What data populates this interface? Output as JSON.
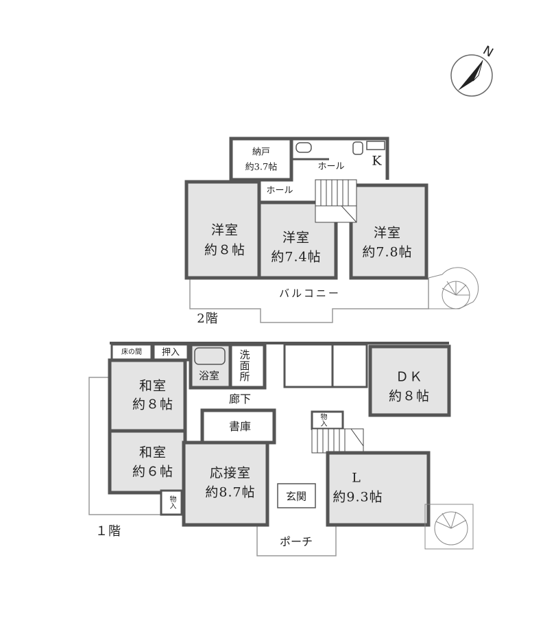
{
  "compass": {
    "label": "N"
  },
  "floor2": {
    "floor_label": "2階",
    "rooms": {
      "storage": {
        "name": "納戸",
        "size": "約3.7帖"
      },
      "hall_upper": {
        "name": "ホール"
      },
      "hall_lower": {
        "name": "ホール"
      },
      "kitchen": {
        "name": "K"
      },
      "western_left": {
        "name": "洋室",
        "size": "約８帖"
      },
      "western_mid": {
        "name": "洋室",
        "size": "約7.4帖"
      },
      "western_right": {
        "name": "洋室",
        "size": "約7.8帖"
      },
      "balcony": {
        "name": "バルコニー"
      }
    }
  },
  "floor1": {
    "floor_label": "１階",
    "rooms": {
      "tokonoma": {
        "name": "床の間"
      },
      "oshiire": {
        "name": "押入"
      },
      "bath": {
        "name": "浴室"
      },
      "washroom": {
        "name": "洗面所"
      },
      "washitsu8": {
        "name": "和室",
        "size": "約８帖"
      },
      "washitsu6": {
        "name": "和室",
        "size": "約６帖"
      },
      "hallway": {
        "name": "廊下"
      },
      "library": {
        "name": "書庫"
      },
      "reception": {
        "name": "応接室",
        "size": "約8.7帖"
      },
      "entrance": {
        "name": "玄関"
      },
      "porch": {
        "name": "ポーチ"
      },
      "closet_left": {
        "name": "物入"
      },
      "closet_right": {
        "name": "物入"
      },
      "dk": {
        "name": "ＤＫ",
        "size": "約８帖"
      },
      "living": {
        "name": "L",
        "size": "約9.3帖"
      }
    }
  },
  "colors": {
    "wall": "#555555",
    "room_fill": "#e4e4e4",
    "line": "#777777"
  }
}
